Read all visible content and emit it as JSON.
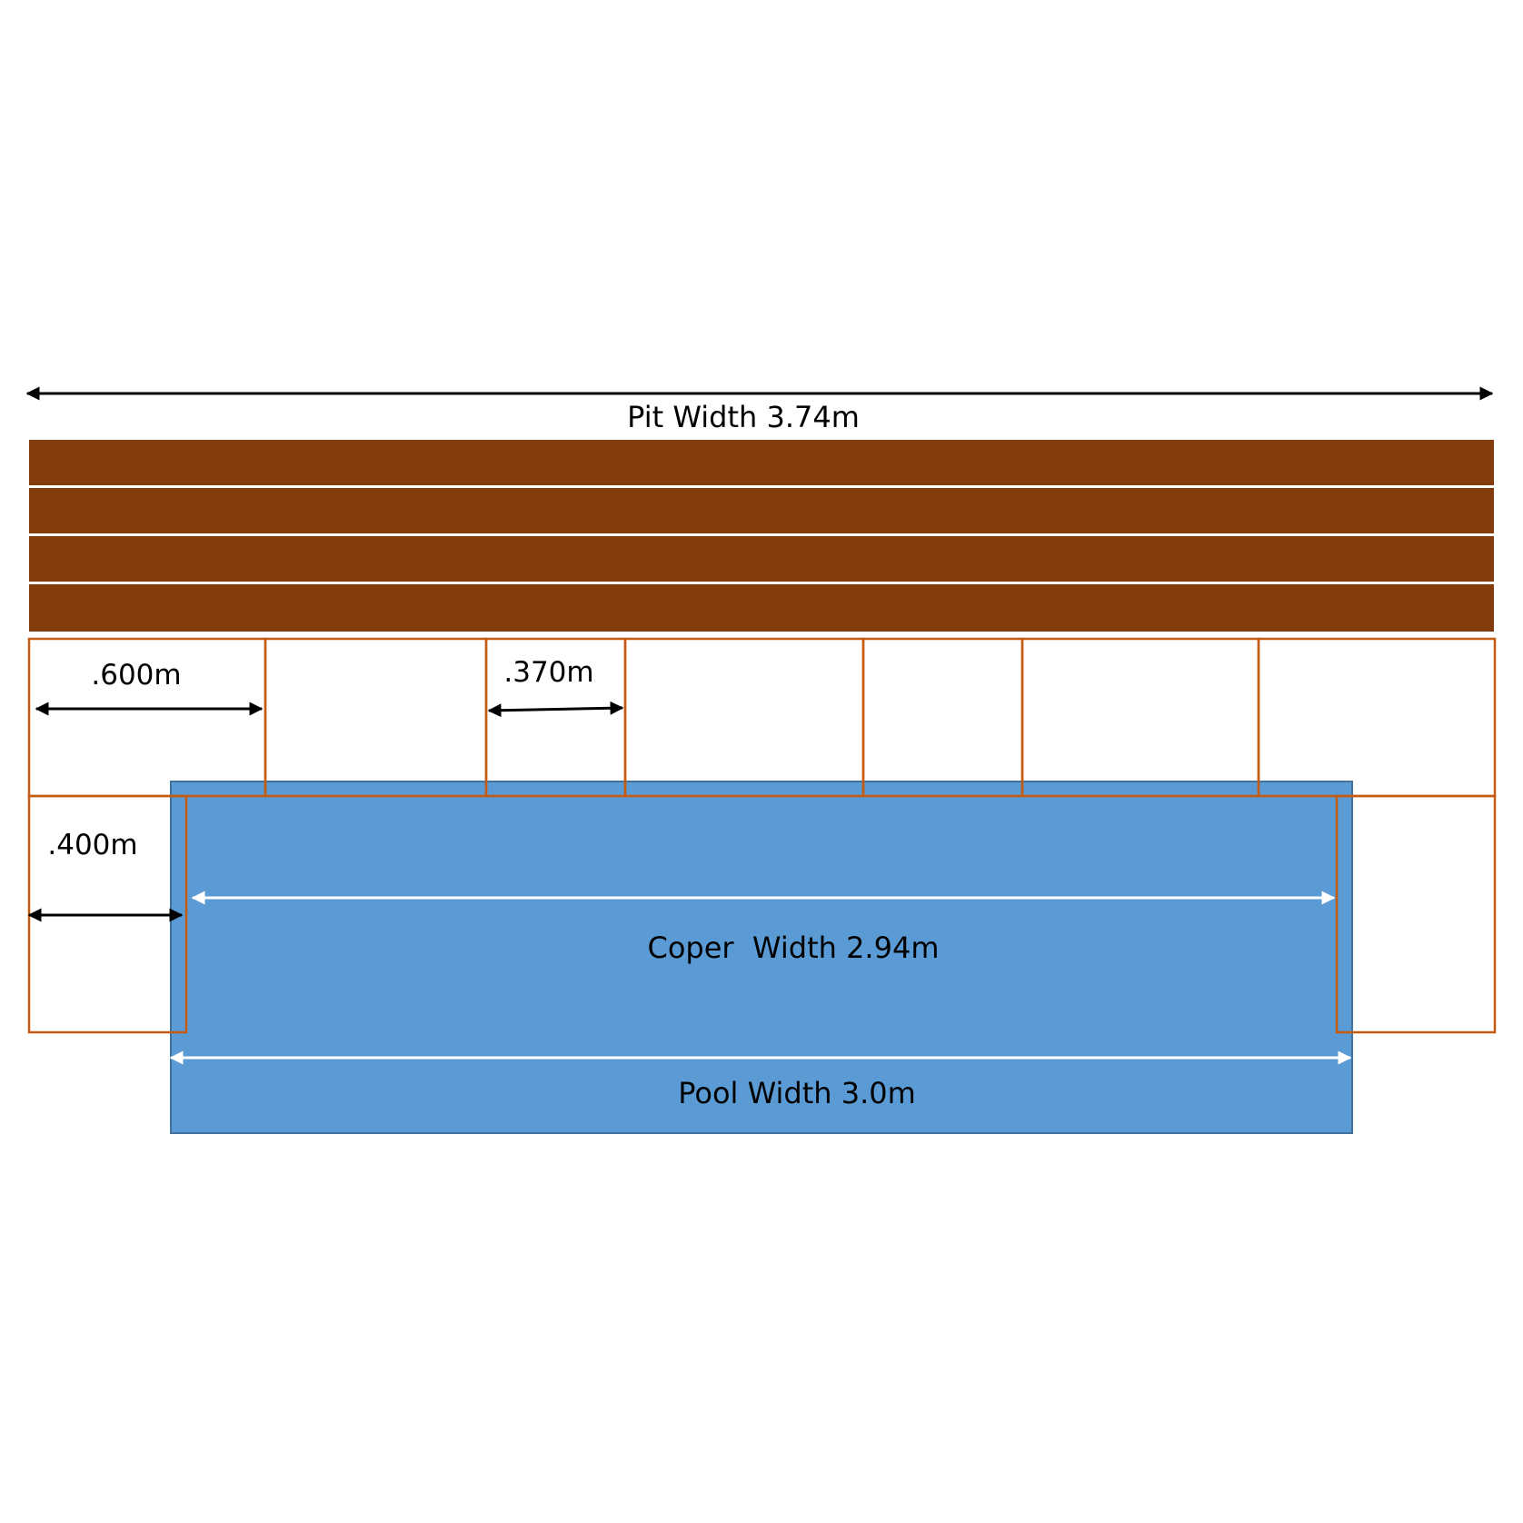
{
  "labels": {
    "pit_width": "Pit Width 3.74m",
    "coper_width": "Coper  Width 2.94m",
    "pool_width": "Pool Width 3.0m",
    "paver_width": ".600m",
    "gap_width": ".370m",
    "side_paver_width": ".400m"
  },
  "colors": {
    "deck_board": "#843c0c",
    "board_gap": "#d9d9d9",
    "paver_stroke": "#c55a11",
    "pool": "#5b9bd5",
    "pool_stroke": "#41719c",
    "arrow_dark": "#000000",
    "arrow_light": "#ffffff"
  }
}
